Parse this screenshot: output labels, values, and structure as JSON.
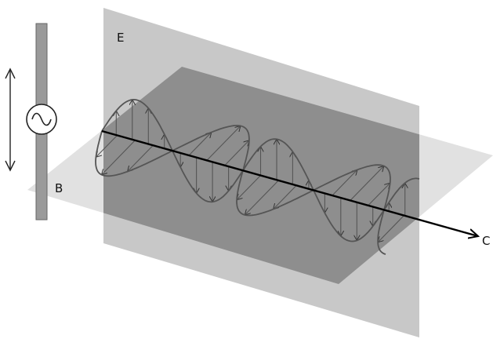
{
  "labels": {
    "electric_field": "E",
    "magnetic_field": "B",
    "propagation": "C"
  },
  "colors": {
    "vertical_plane": "#c8c8c8",
    "horizontal_plane": "#dcdcdc",
    "overlap_plane": "#8e8e8e",
    "antenna": "#9a9a9a",
    "wave_stroke": "#555555",
    "axis": "#000000"
  },
  "icons": {
    "source": "ac-source-icon",
    "oscillation": "double-arrow-icon"
  }
}
